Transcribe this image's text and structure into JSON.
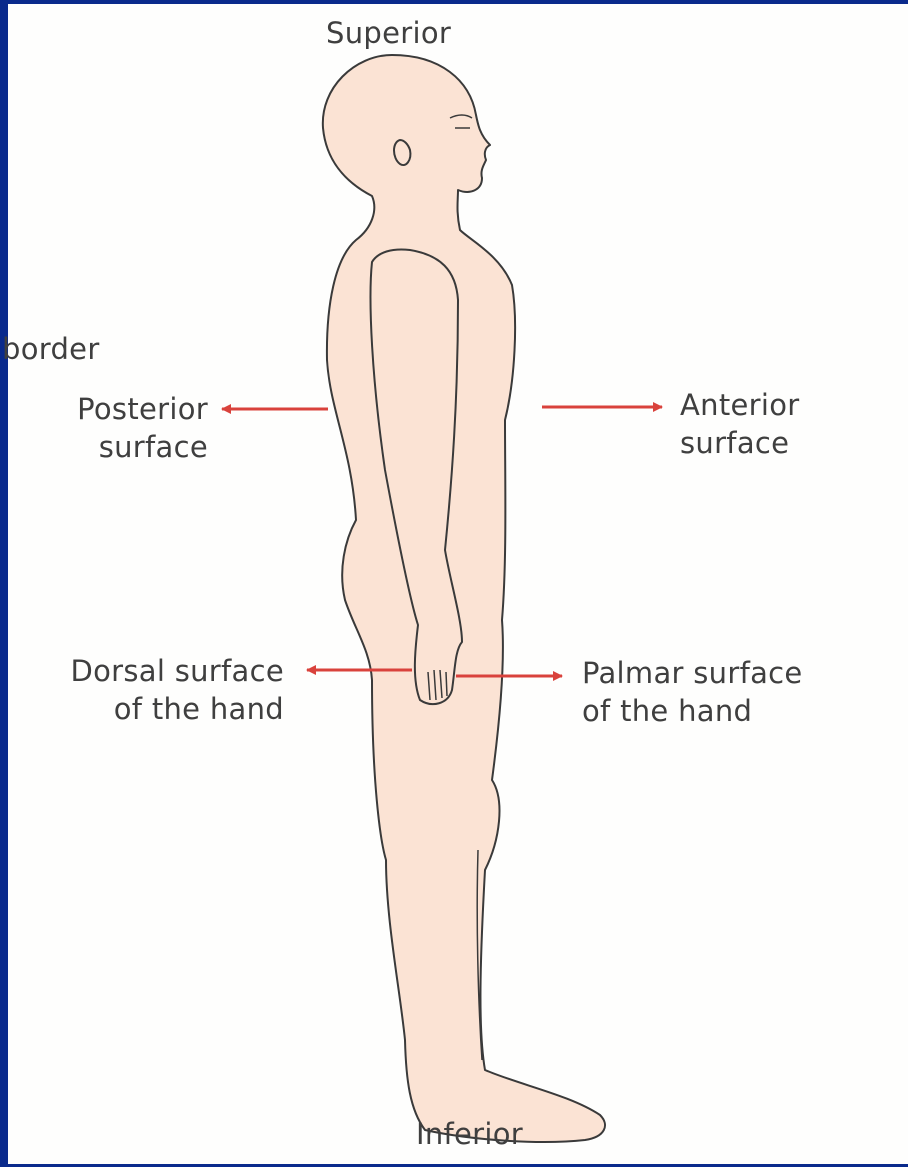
{
  "diagram": {
    "labels": {
      "superior": "Superior",
      "inferior": "Inferior",
      "border_fragment": "border",
      "posterior_surface": [
        "Posterior",
        "surface"
      ],
      "anterior_surface": [
        "Anterior",
        "surface"
      ],
      "dorsal_surface_hand": [
        "Dorsal surface",
        "of the hand"
      ],
      "palmar_surface_hand": [
        "Palmar surface",
        "of the hand"
      ]
    },
    "colors": {
      "frame": "#0a2a8c",
      "skin": "#fbe3d4",
      "outline": "#3a3a3a",
      "arrow": "#d9423c",
      "text": "#3f3f3f"
    }
  }
}
